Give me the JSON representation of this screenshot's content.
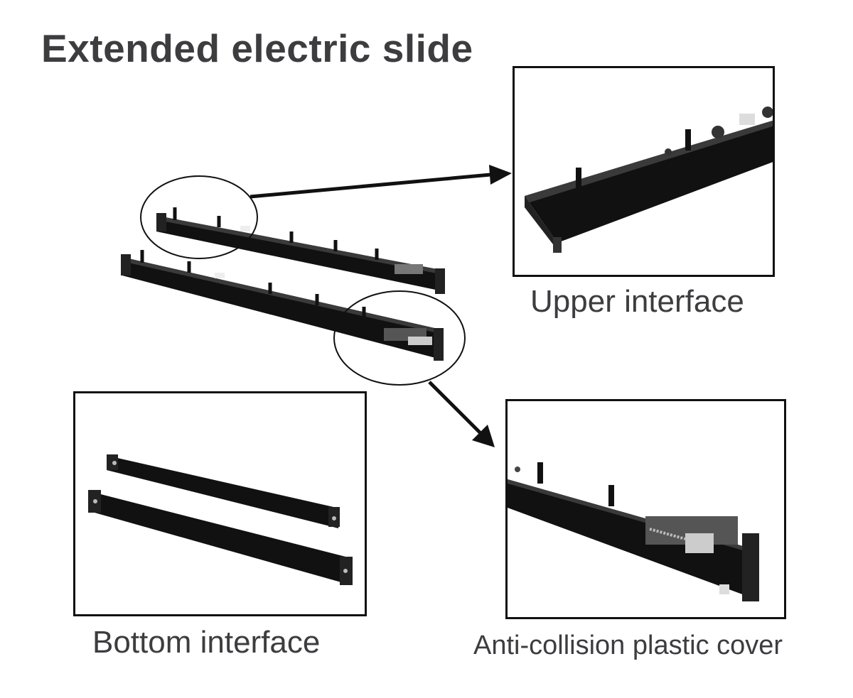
{
  "title": "Extended electric slide",
  "captions": {
    "upper": "Upper interface",
    "bottom": "Bottom interface",
    "cover": "Anti-collision plastic cover"
  },
  "colors": {
    "rail": "#111111",
    "rail_highlight": "#3a3a3a",
    "text": "#3d3d40",
    "frame": "#111111"
  }
}
